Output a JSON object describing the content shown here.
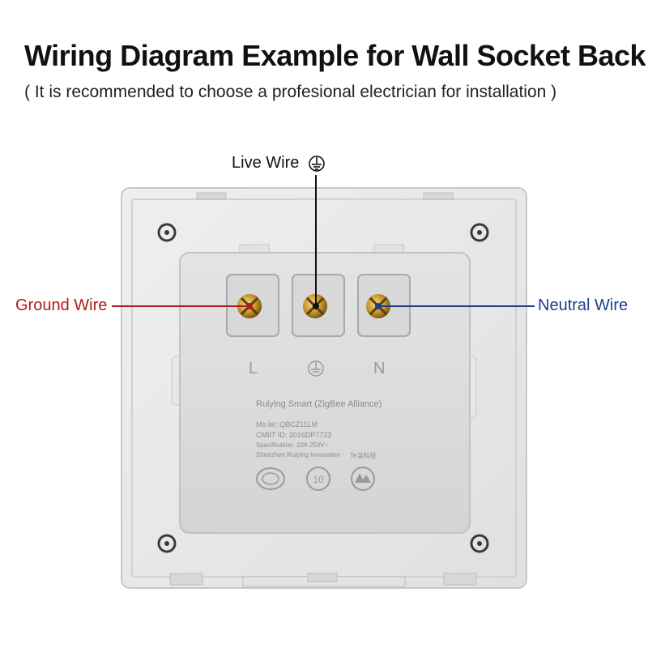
{
  "header": {
    "title": "Wiring Diagram Example for Wall Socket Back",
    "subtitle": "( It is recommended to choose a profesional electrician for installation )"
  },
  "labels": {
    "live": "Live Wire",
    "ground": "Ground Wire",
    "neutral": "Neutral Wire"
  },
  "terminals": {
    "left": "L",
    "right": "N"
  },
  "plate": {
    "brand": "Ruiying Smart (ZigBee Alliance)",
    "model": "Mo   lel:  QBCZ11LM",
    "cmiit": "CMIIT ID:  2016DP7723",
    "spec": "Specification: 10A 250V~",
    "manufacturer": "Shenzhen Ruiying Innovation",
    "manufacturer_tail": "Te当科技"
  },
  "colors": {
    "ground_line": "#b01c1c",
    "neutral_line": "#1c3f8c",
    "live_line": "#111111",
    "plate": "#e8e9ea",
    "module": "#dcdcdc"
  },
  "icons": {
    "earth": "earth-ground-icon",
    "cert_ccc": "ccc-mark-icon",
    "cert_10": "recycle-10-icon",
    "cert_ce": "certification-icon"
  }
}
